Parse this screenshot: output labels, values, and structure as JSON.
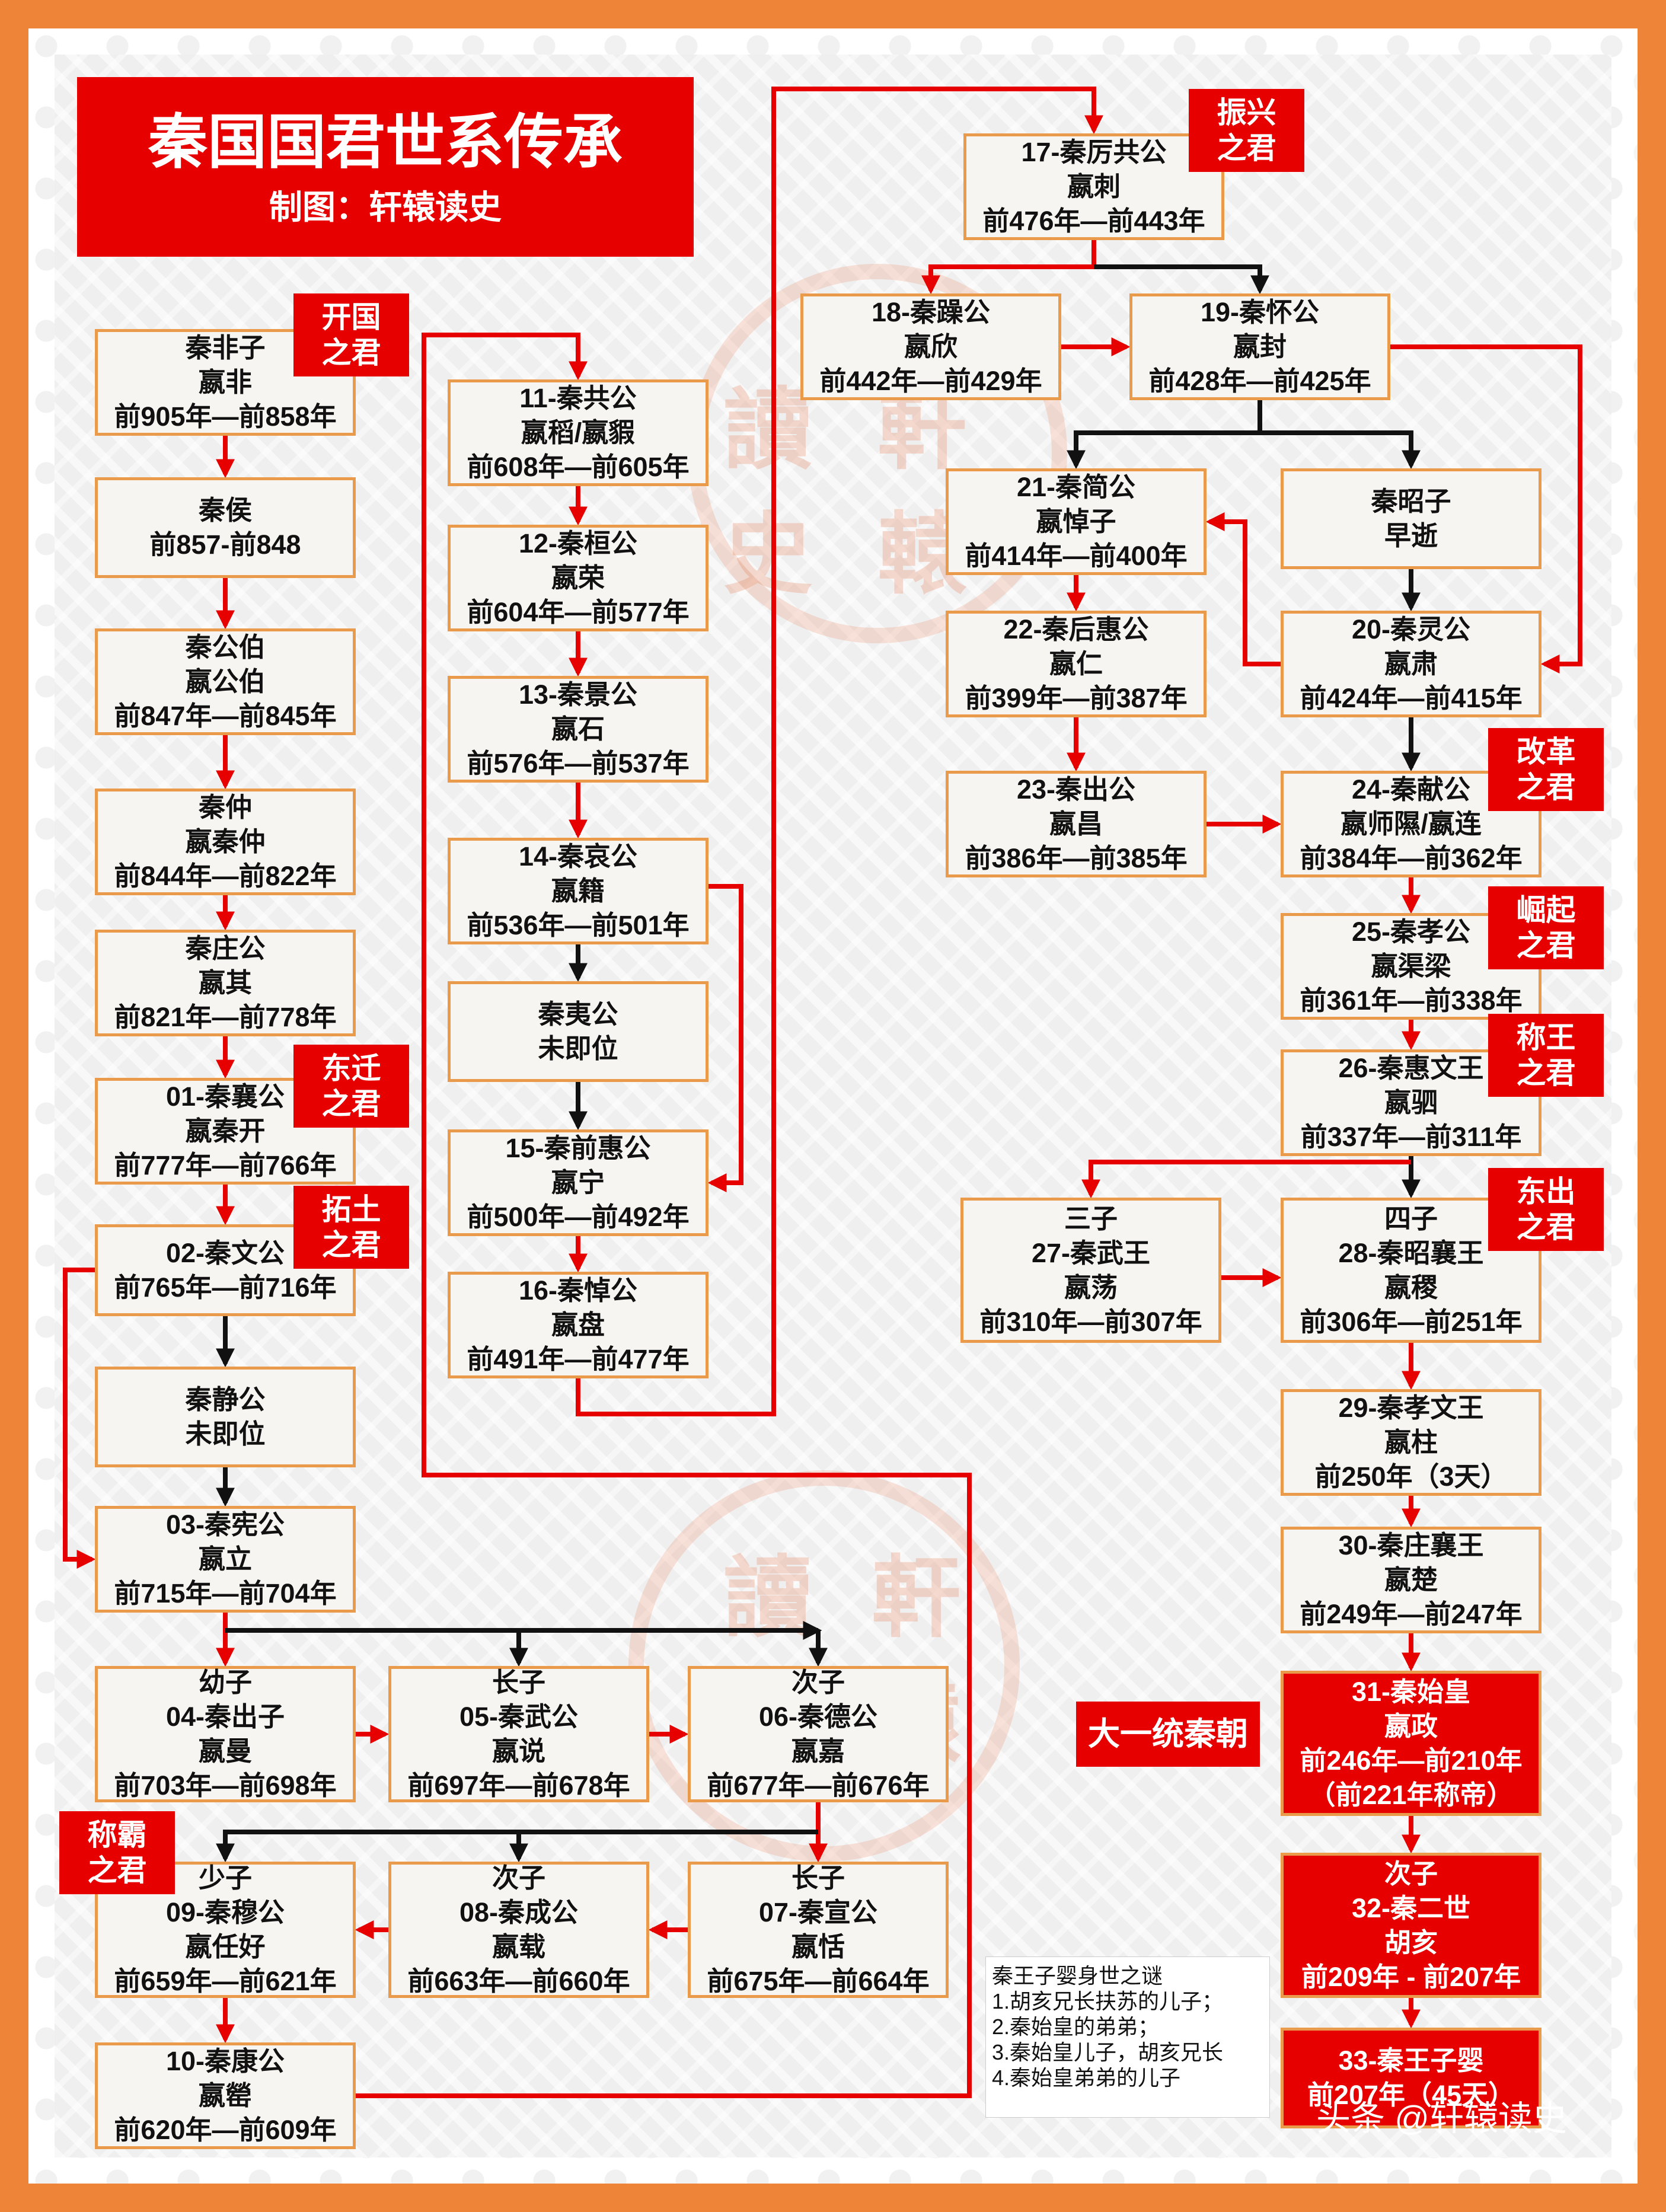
{
  "title": {
    "main": "秦国国君世系传承",
    "sub": "制图：轩辕读史"
  },
  "watermark": {
    "chars": [
      "讀",
      "軒",
      "史",
      "轅"
    ]
  },
  "nodes": {
    "n0": {
      "lines": [
        "秦非子",
        "嬴非",
        "前905年—前858年"
      ]
    },
    "n1": {
      "lines": [
        "秦侯",
        "前857-前848"
      ]
    },
    "n2": {
      "lines": [
        "秦公伯",
        "嬴公伯",
        "前847年—前845年"
      ]
    },
    "n3": {
      "lines": [
        "秦仲",
        "嬴秦仲",
        "前844年—前822年"
      ]
    },
    "n4": {
      "lines": [
        "秦庄公",
        "嬴其",
        "前821年—前778年"
      ]
    },
    "n5": {
      "lines": [
        "01-秦襄公",
        "嬴秦开",
        "前777年—前766年"
      ]
    },
    "n6": {
      "lines": [
        "02-秦文公",
        "前765年—前716年"
      ]
    },
    "n7": {
      "lines": [
        "秦静公",
        "未即位"
      ]
    },
    "n8": {
      "lines": [
        "03-秦宪公",
        "嬴立",
        "前715年—前704年"
      ]
    },
    "n9": {
      "lines": [
        "幼子",
        "04-秦出子",
        "嬴曼",
        "前703年—前698年"
      ]
    },
    "n10": {
      "lines": [
        "长子",
        "05-秦武公",
        "嬴说",
        "前697年—前678年"
      ]
    },
    "n11": {
      "lines": [
        "次子",
        "06-秦德公",
        "嬴嘉",
        "前677年—前676年"
      ]
    },
    "n12": {
      "lines": [
        "长子",
        "07-秦宣公",
        "嬴恬",
        "前675年—前664年"
      ]
    },
    "n13": {
      "lines": [
        "次子",
        "08-秦成公",
        "嬴载",
        "前663年—前660年"
      ]
    },
    "n14": {
      "lines": [
        "少子",
        "09-秦穆公",
        "嬴任好",
        "前659年—前621年"
      ]
    },
    "n15": {
      "lines": [
        "10-秦康公",
        "嬴罃",
        "前620年—前609年"
      ]
    },
    "n16": {
      "lines": [
        "11-秦共公",
        "嬴稻/嬴貑",
        "前608年—前605年"
      ]
    },
    "n17": {
      "lines": [
        "12-秦桓公",
        "嬴荣",
        "前604年—前577年"
      ]
    },
    "n18": {
      "lines": [
        "13-秦景公",
        "嬴石",
        "前576年—前537年"
      ]
    },
    "n19": {
      "lines": [
        "14-秦哀公",
        "嬴籍",
        "前536年—前501年"
      ]
    },
    "n20": {
      "lines": [
        "秦夷公",
        "未即位"
      ]
    },
    "n21": {
      "lines": [
        "15-秦前惠公",
        "嬴宁",
        "前500年—前492年"
      ]
    },
    "n22": {
      "lines": [
        "16-秦悼公",
        "嬴盘",
        "前491年—前477年"
      ]
    },
    "n23": {
      "lines": [
        "17-秦厉共公",
        "嬴刺",
        "前476年—前443年"
      ]
    },
    "n24": {
      "lines": [
        "18-秦躁公",
        "嬴欣",
        "前442年—前429年"
      ]
    },
    "n25": {
      "lines": [
        "19-秦怀公",
        "嬴封",
        "前428年—前425年"
      ]
    },
    "n26": {
      "lines": [
        "21-秦简公",
        "嬴悼子",
        "前414年—前400年"
      ]
    },
    "n27": {
      "lines": [
        "秦昭子",
        "早逝"
      ]
    },
    "n28": {
      "lines": [
        "22-秦后惠公",
        "嬴仁",
        "前399年—前387年"
      ]
    },
    "n29": {
      "lines": [
        "20-秦灵公",
        "嬴肃",
        "前424年—前415年"
      ]
    },
    "n30": {
      "lines": [
        "23-秦出公",
        "嬴昌",
        "前386年—前385年"
      ]
    },
    "n31": {
      "lines": [
        "24-秦献公",
        "嬴师隰/嬴连",
        "前384年—前362年"
      ]
    },
    "n32": {
      "lines": [
        "25-秦孝公",
        "嬴渠梁",
        "前361年—前338年"
      ]
    },
    "n33": {
      "lines": [
        "26-秦惠文王",
        "嬴驷",
        "前337年—前311年"
      ]
    },
    "n34": {
      "lines": [
        "三子",
        "27-秦武王",
        "嬴荡",
        "前310年—前307年"
      ]
    },
    "n35": {
      "lines": [
        "四子",
        "28-秦昭襄王",
        "嬴稷",
        "前306年—前251年"
      ]
    },
    "n36": {
      "lines": [
        "29-秦孝文王",
        "嬴柱",
        "前250年（3天）"
      ]
    },
    "n37": {
      "lines": [
        "30-秦庄襄王",
        "嬴楚",
        "前249年—前247年"
      ]
    },
    "n38": {
      "lines": [
        "31-秦始皇",
        "嬴政",
        "前246年—前210年",
        "（前221年称帝）"
      ]
    },
    "n39": {
      "lines": [
        "次子",
        "32-秦二世",
        "胡亥",
        "前209年 - 前207年"
      ]
    },
    "n40": {
      "lines": [
        "33-秦王子婴",
        "前207年（45天）"
      ]
    }
  },
  "tags": {
    "t0": {
      "lines": [
        "开国",
        "之君"
      ]
    },
    "t1": {
      "lines": [
        "东迁",
        "之君"
      ]
    },
    "t2": {
      "lines": [
        "拓土",
        "之君"
      ]
    },
    "t3": {
      "lines": [
        "称霸",
        "之君"
      ]
    },
    "t4": {
      "lines": [
        "振兴",
        "之君"
      ]
    },
    "t5": {
      "lines": [
        "改革",
        "之君"
      ]
    },
    "t6": {
      "lines": [
        "崛起",
        "之君"
      ]
    },
    "t7": {
      "lines": [
        "称王",
        "之君"
      ]
    },
    "t8": {
      "lines": [
        "东出",
        "之君"
      ]
    }
  },
  "unify_label": "大一统秦朝",
  "note": {
    "title": "秦王子婴身世之谜",
    "items": [
      "1.胡亥兄长扶苏的儿子；",
      "2.秦始皇的弟弟；",
      "3.秦始皇儿子，胡亥兄长",
      "4.秦始皇弟弟的儿子"
    ]
  },
  "footer": "头条 @轩辕读史",
  "colors": {
    "frame": "#ee8437",
    "accent_red": "#e60000",
    "box_border": "#e99b4b",
    "black_arrow": "#111111"
  }
}
